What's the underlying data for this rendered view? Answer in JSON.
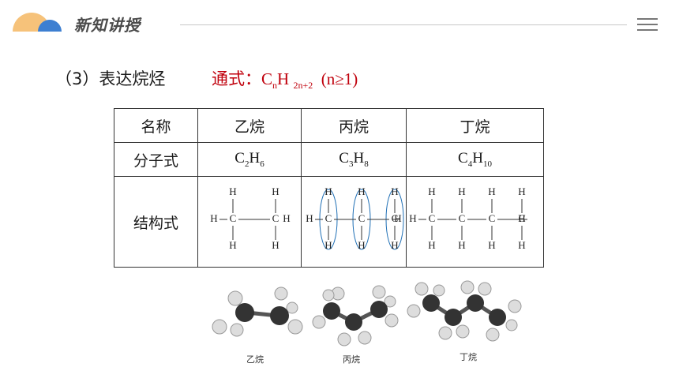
{
  "header": {
    "title": "新知讲授"
  },
  "section": {
    "label": "（3）表达烷烃"
  },
  "formula": {
    "prefix": "通式：",
    "symbol": "C",
    "sub_n": "n",
    "h": "H",
    "sub_2n2": "2n+2",
    "cond": "(n≥1)"
  },
  "table": {
    "col_header": "名称",
    "row_formula": "分子式",
    "row_structure": "结构式",
    "names": [
      "乙烷",
      "丙烷",
      "丁烷"
    ],
    "formulas": [
      {
        "c": "C",
        "cn": "2",
        "h": "H",
        "hn": "6"
      },
      {
        "c": "C",
        "cn": "3",
        "h": "H",
        "hn": "8"
      },
      {
        "c": "C",
        "cn": "4",
        "h": "H",
        "hn": "10"
      }
    ],
    "atoms": {
      "h": "H",
      "c": "C"
    }
  },
  "models": {
    "captions": [
      "乙烷",
      "丙烷",
      "丁烷"
    ]
  },
  "colors": {
    "accent_red": "#c0000c",
    "ellipse_blue": "#1f6fb5",
    "logo_orange": "#f6c27a",
    "logo_blue": "#3d7fd1"
  }
}
